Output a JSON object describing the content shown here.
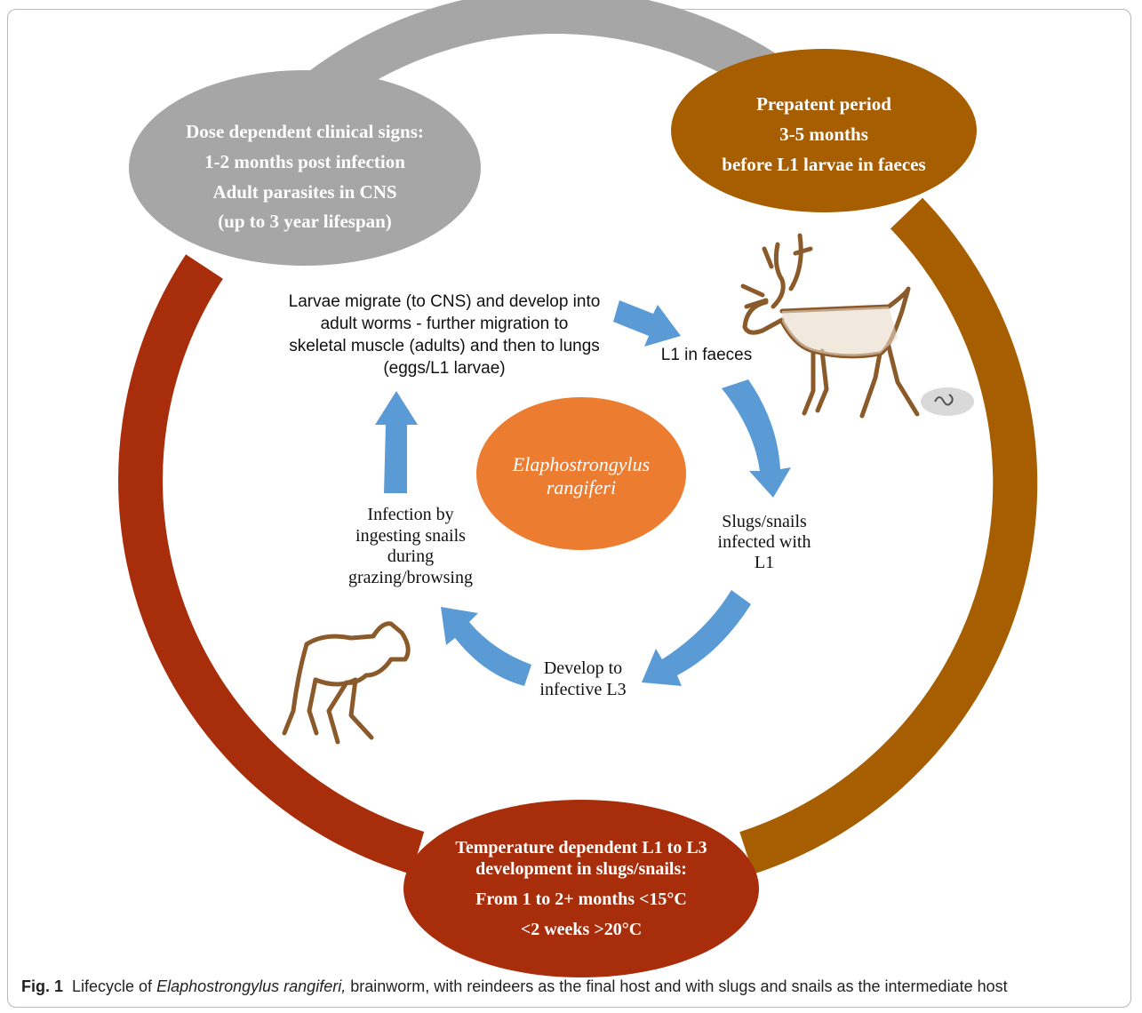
{
  "colors": {
    "grey_arc": "#a6a6a6",
    "brown_arc": "#a65e00",
    "red_arc": "#a82e0b",
    "center_oval": "#ec7c30",
    "arrow": "#5b9bd5",
    "animal_outline": "#8b5a2b"
  },
  "stages": {
    "clinical": {
      "line1": "Dose dependent clinical signs:",
      "line2": "1-2 months post infection",
      "line3": "Adult parasites in CNS",
      "line4": "(up to 3 year lifespan)"
    },
    "prepatent": {
      "line1": "Prepatent period",
      "line2": "3-5 months",
      "line3": "before L1 larvae in faeces"
    },
    "temperature": {
      "line1": "Temperature dependent L1 to L3",
      "line2": "development in slugs/snails:",
      "line3": "From 1 to 2+ months <15°C",
      "line4": "<2 weeks >20°C"
    }
  },
  "center": {
    "line1": "Elaphostrongylus",
    "line2": "rangiferi"
  },
  "steps": {
    "migration": {
      "line1": "Larvae migrate (to CNS) and develop into",
      "line2": "adult worms -  further migration to",
      "line3": "skeletal muscle (adults) and then to lungs",
      "line4": "(eggs/L1 larvae)"
    },
    "faeces": {
      "line1": "L1 in faeces"
    },
    "slugs": {
      "line1": "Slugs/snails",
      "line2": "infected with",
      "line3": "L1"
    },
    "develop": {
      "line1": "Develop to",
      "line2": "infective L3"
    },
    "infection": {
      "line1": "Infection by",
      "line2": "ingesting snails",
      "line3": "during",
      "line4": "grazing/browsing"
    }
  },
  "caption": {
    "label": "Fig. 1",
    "text1": "Lifecycle of",
    "species": "Elaphostrongylus rangiferi,",
    "text2": "brainworm, with reindeers as the final host and with slugs and snails as the intermediate host"
  }
}
